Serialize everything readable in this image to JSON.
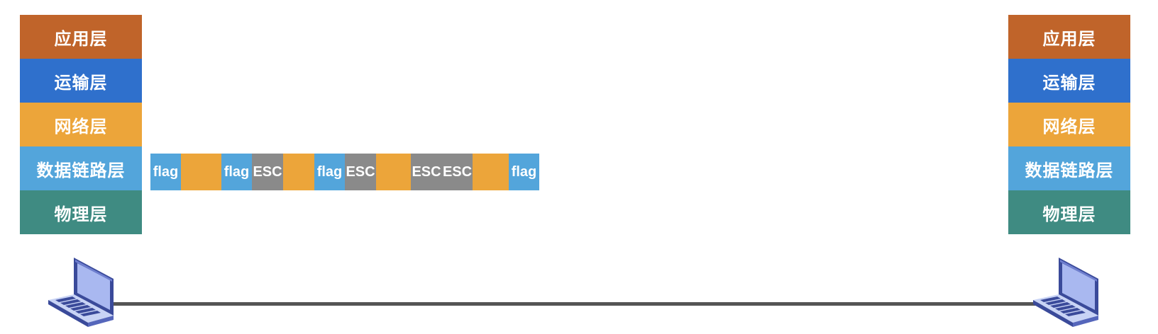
{
  "colors": {
    "application": "#c0642a",
    "transport": "#2f70cc",
    "network": "#eca53a",
    "datalink": "#53a5db",
    "physical": "#3f8b82",
    "data": "#eca53a",
    "flag": "#53a5db",
    "esc": "#8a8a8a",
    "link": "#555555"
  },
  "stack": {
    "layers": [
      "应用层",
      "运输层",
      "网络层",
      "数据链路层",
      "物理层"
    ]
  },
  "frame": {
    "segments": [
      {
        "type": "flag",
        "label": "flag"
      },
      {
        "type": "data",
        "label": ""
      },
      {
        "type": "flag",
        "label": "flag"
      },
      {
        "type": "esc",
        "label": "ESC"
      },
      {
        "type": "data",
        "label": ""
      },
      {
        "type": "flag",
        "label": "flag"
      },
      {
        "type": "esc",
        "label": "ESC"
      },
      {
        "type": "data",
        "label": ""
      },
      {
        "type": "esc",
        "label": "ESC"
      },
      {
        "type": "esc",
        "label": "ESC"
      },
      {
        "type": "data",
        "label": ""
      },
      {
        "type": "flag",
        "label": "flag"
      }
    ]
  },
  "hosts": {
    "left_icon": "laptop-icon",
    "right_icon": "laptop-icon"
  }
}
